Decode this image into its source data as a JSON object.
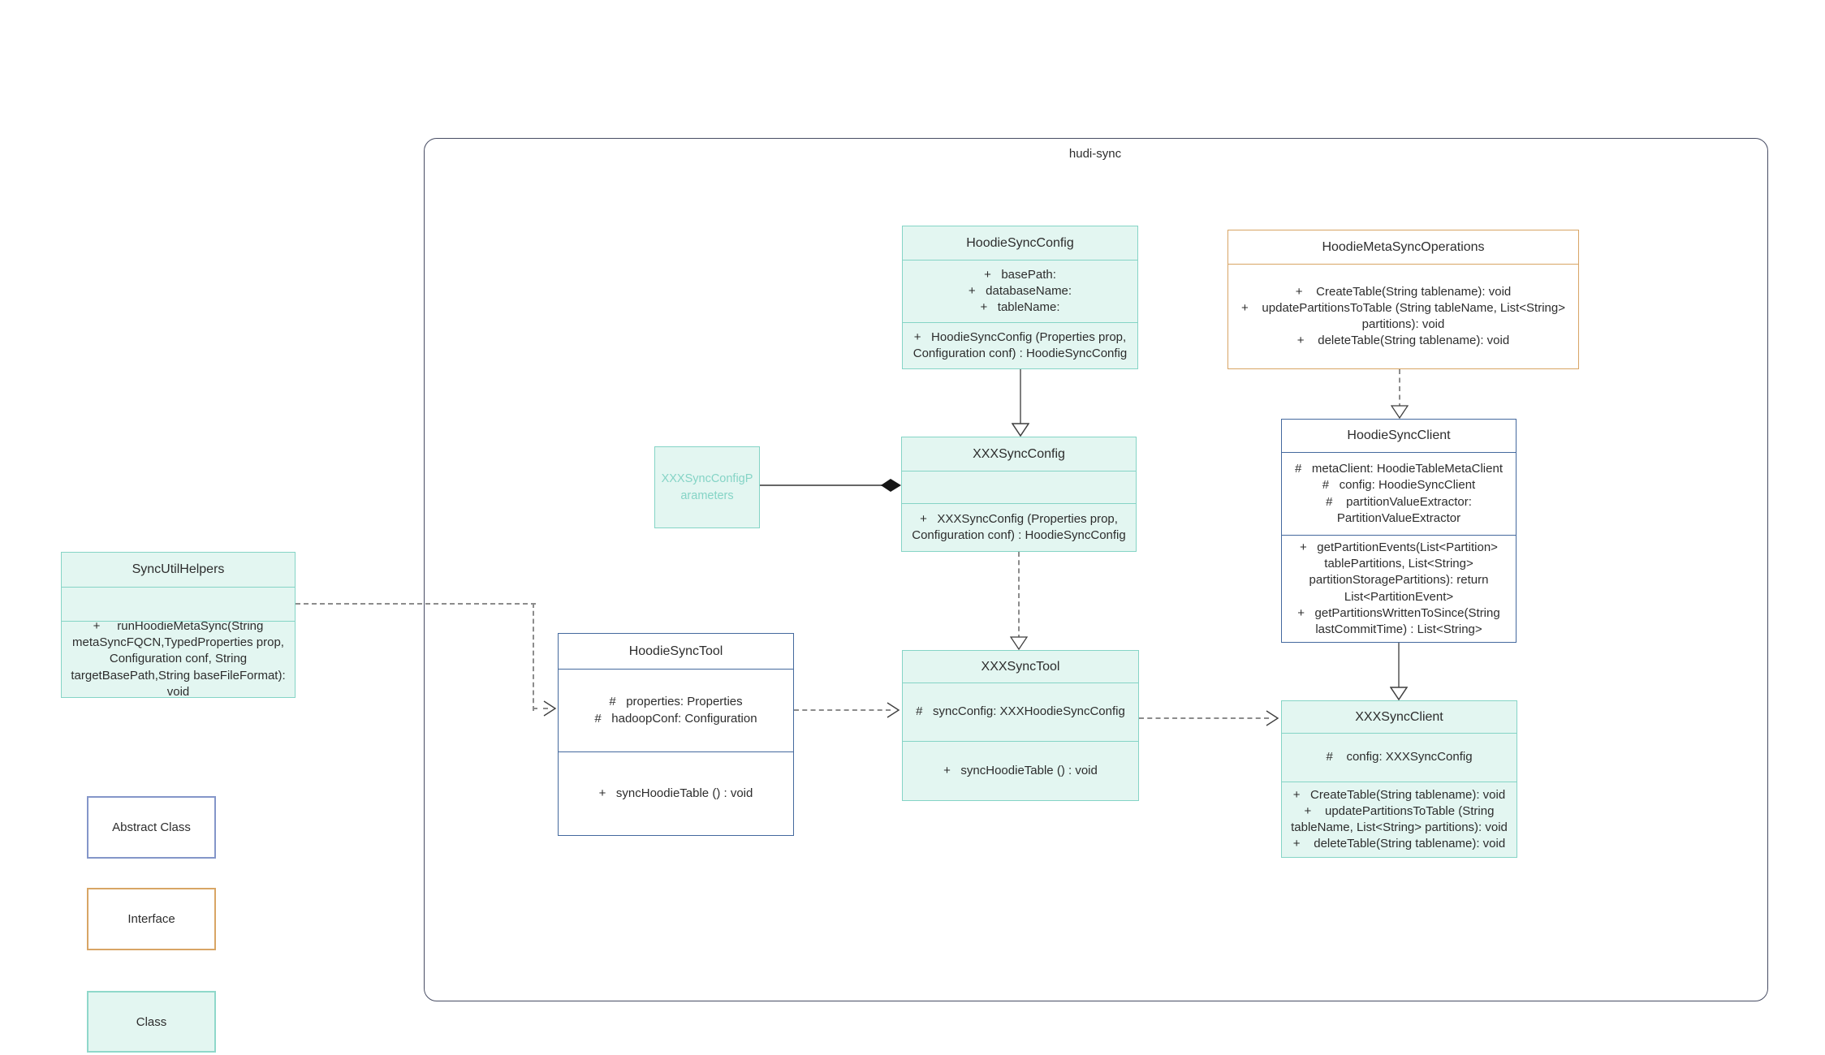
{
  "diagram": {
    "container_label": "hudi-sync",
    "classes": {
      "hoodie_sync_config": {
        "title": "HoodieSyncConfig",
        "fields": [
          "+   basePath:",
          "+   databaseName:",
          "+   tableName:"
        ],
        "methods": [
          "+   HoodieSyncConfig (Properties prop, Configuration conf) : HoodieSyncConfig"
        ]
      },
      "hoodie_meta_sync_operations": {
        "title": "HoodieMetaSyncOperations",
        "fields": [],
        "methods": [
          "+    CreateTable(String tablename): void",
          "+    updatePartitionsToTable (String tableName, List<String> partitions): void",
          "+    deleteTable(String tablename): void"
        ]
      },
      "xxx_sync_config_parameters": {
        "title": "XXXSyncConfigParameters"
      },
      "xxx_sync_config": {
        "title": "XXXSyncConfig",
        "fields": [],
        "methods": [
          "+   XXXSyncConfig (Properties prop, Configuration conf) : HoodieSyncConfig"
        ]
      },
      "hoodie_sync_client": {
        "title": "HoodieSyncClient",
        "fields": [
          "#   metaClient: HoodieTableMetaClient",
          "#   config: HoodieSyncClient",
          "#    partitionValueExtractor: PartitionValueExtractor"
        ],
        "methods": [
          "+   getPartitionEvents(List<Partition> tablePartitions, List<String> partitionStoragePartitions): return List<PartitionEvent>",
          "+   getPartitionsWrittenToSince(String lastCommitTime) : List<String>"
        ]
      },
      "sync_util_helpers": {
        "title": "SyncUtilHelpers",
        "fields": [],
        "methods": [
          "+     runHoodieMetaSync(String metaSyncFQCN,TypedProperties prop, Configuration conf, String targetBasePath,String baseFileFormat): void"
        ]
      },
      "hoodie_sync_tool": {
        "title": "HoodieSyncTool",
        "fields": [
          "#   properties: Properties",
          "#   hadoopConf: Configuration"
        ],
        "methods": [
          "+   syncHoodieTable () : void"
        ]
      },
      "xxx_sync_tool": {
        "title": "XXXSyncTool",
        "fields": [
          "#   syncConfig: XXXHoodieSyncConfig"
        ],
        "methods": [
          "+   syncHoodieTable () : void"
        ]
      },
      "xxx_sync_client": {
        "title": "XXXSyncClient",
        "fields": [
          "#    config: XXXSyncConfig"
        ],
        "methods": [
          "+   CreateTable(String tablename): void",
          "+    updatePartitionsToTable (String tableName, List<String> partitions): void",
          "+    deleteTable(String tablename): void"
        ]
      }
    },
    "legend": [
      {
        "label": "Abstract Class",
        "type": "abstract"
      },
      {
        "label": "Interface",
        "type": "interface"
      },
      {
        "label": "Class",
        "type": "class"
      }
    ],
    "colors": {
      "class_fill": "#e3f6f1",
      "class_border": "#85d4c6",
      "abstract_border": "#44699e",
      "interface_border": "#d8a565",
      "legend_abstract_border": "#8496c9",
      "frame_border": "#474c63",
      "connector_gray": "#8c8c8c"
    }
  }
}
